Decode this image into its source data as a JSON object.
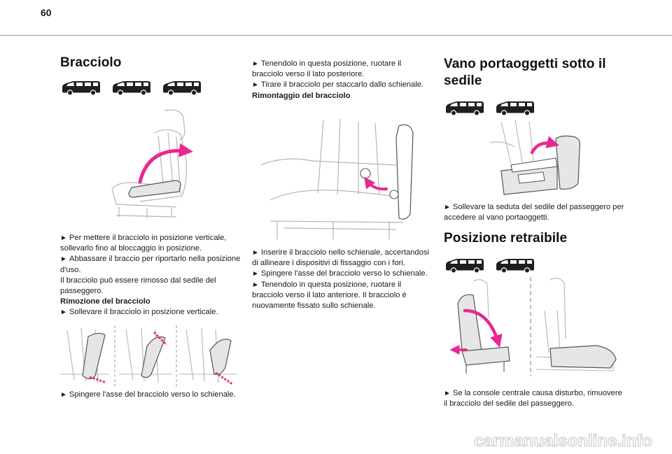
{
  "page": {
    "number": "60"
  },
  "col1": {
    "title": "Bracciolo",
    "vehicle_icons": [
      "van-icon",
      "van-icon",
      "van-icon"
    ],
    "para1": [
      "Per mettere il bracciolo in posizione verticale, sollevarlo fino al bloccaggio in posizione.",
      "Abbassare il braccio per riportarlo nella posizione d'uso."
    ],
    "para2": "Il bracciolo può essere rimosso dal sedile del passeggero.",
    "subheading": "Rimozione del bracciolo",
    "para3": "Sollevare il bracciolo in posizione verticale.",
    "para4": "Spingere l'asse del bracciolo verso lo schienale."
  },
  "col2": {
    "para1": "Tenendolo in questa posizione, ruotare il bracciolo verso il lato posteriore.",
    "para2": "Tirare il bracciolo per staccarlo dallo schienale.",
    "subheading": "Rimontaggio del bracciolo",
    "para3": "Inserire il bracciolo nello schienale, accertandosi di allineare i dispositivi di fissaggio con i fori.",
    "para4": "Spingere l'asse del bracciolo verso lo schienale.",
    "para5": "Tenendolo in questa posizione, ruotare il bracciolo verso il lato anteriore. Il bracciolo è nuovamente fissato sullo schienale."
  },
  "col3": {
    "title1_line1": "Vano portaoggetti sotto il",
    "title1_line2": "sedile",
    "para1": "Sollevare la seduta del sedile del passeggero per accedere al vano portaoggetti.",
    "title2": "Posizione retraibile",
    "para2": "Se la console centrale causa disturbo, rimuovere il bracciolo del sedile del passeggero."
  },
  "watermark": {
    "text": "carmanualsonline.info"
  },
  "colors": {
    "accent_magenta": "#e8288f",
    "text": "#1a1a1a",
    "line_art": "#b5b5b5",
    "vehicle_fill": "#1f1f1f"
  }
}
